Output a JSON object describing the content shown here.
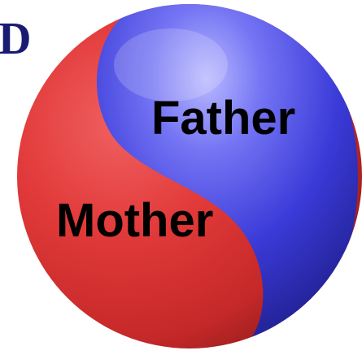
{
  "panel_letter": "D",
  "labels": {
    "father": "Father",
    "mother": "Mother"
  },
  "colors": {
    "father_side": "#3a3ad8",
    "mother_side": "#d22a2a",
    "panel_letter": "#1a1a73"
  }
}
